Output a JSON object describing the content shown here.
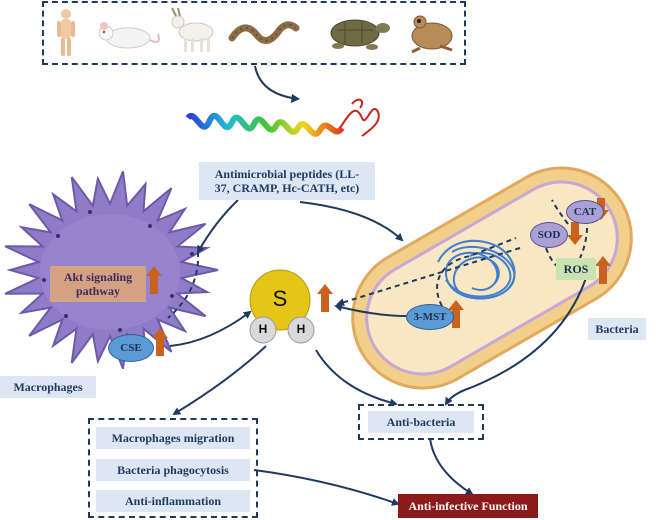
{
  "species": [
    "human",
    "mouse",
    "goat",
    "snake",
    "turtle",
    "frog"
  ],
  "peptide": {
    "label": "Antimicrobial peptides (LL-37, CRAMP, Hc-CATH, etc)",
    "line1": "Antimicrobial peptides (LL-",
    "line2": "37, CRAMP, Hc-CATH, etc)"
  },
  "macrophage": {
    "label": "Macrophages",
    "akt_line1": "Akt signaling",
    "akt_line2": "pathway",
    "cse": "CSE"
  },
  "h2s": {
    "s": "S",
    "h1": "H",
    "h2": "H"
  },
  "bacteria": {
    "label": "Bacteria",
    "mst": "3-MST",
    "sod": "SOD",
    "cat": "CAT",
    "ros": "ROS"
  },
  "effects": {
    "anti_bacteria": "Anti-bacteria",
    "items": [
      "Macrophages migration",
      "Bacteria phagocytosis",
      "Anti-inflammation"
    ],
    "final": "Anti-infective Function"
  },
  "colors": {
    "navy": "#1f3a5f",
    "arrow_orange": "#c8621e",
    "macrophage": "#8f7cc9",
    "bacteria": "#f2cf8a",
    "final_box": "#8b1a1a"
  }
}
